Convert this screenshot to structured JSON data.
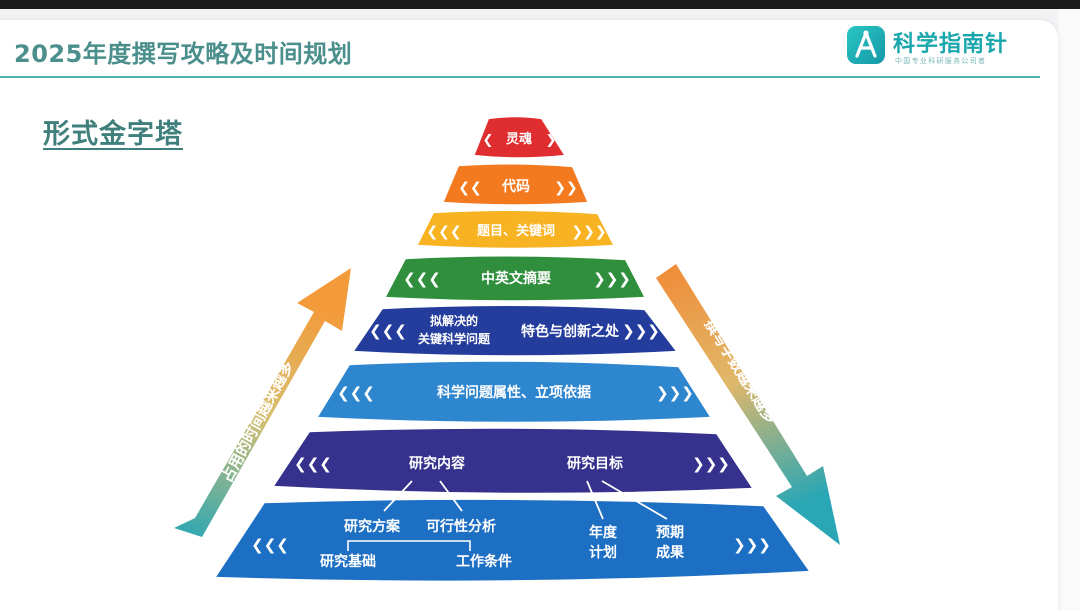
{
  "header": {
    "title": "2025年度撰写攻略及时间规划",
    "logo_name": "科学指南针",
    "logo_sub": "中国专业科研服务公司者"
  },
  "section_title": "形式金字塔",
  "pyramid": {
    "levels": [
      {
        "label": "灵魂",
        "color": "#e02d2f"
      },
      {
        "label": "代码",
        "color": "#f47a20"
      },
      {
        "label": "题目、关键词",
        "color": "#f8b323"
      },
      {
        "label": "中英文摘要",
        "color": "#2f8f3c"
      },
      {
        "label_left": "拟解决的",
        "label_left2": "关键科学问题",
        "label_right": "特色与创新之处",
        "color": "#243c9c"
      },
      {
        "label": "科学问题属性、立项依据",
        "color": "#2e86cf"
      },
      {
        "label_left": "研究内容",
        "label_right": "研究目标",
        "color": "#36318c"
      },
      {
        "color": "#1d6fc4",
        "items": {
          "plan": "研究方案",
          "feasibility": "可行性分析",
          "basis": "研究基础",
          "conditions": "工作条件",
          "annual_line1": "年度",
          "annual_line2": "计划",
          "expected_line1": "预期",
          "expected_line2": "成果"
        }
      }
    ]
  },
  "arrows": {
    "left_label": "占用的时间越来越多",
    "right_label": "撰写字数越来越多"
  }
}
